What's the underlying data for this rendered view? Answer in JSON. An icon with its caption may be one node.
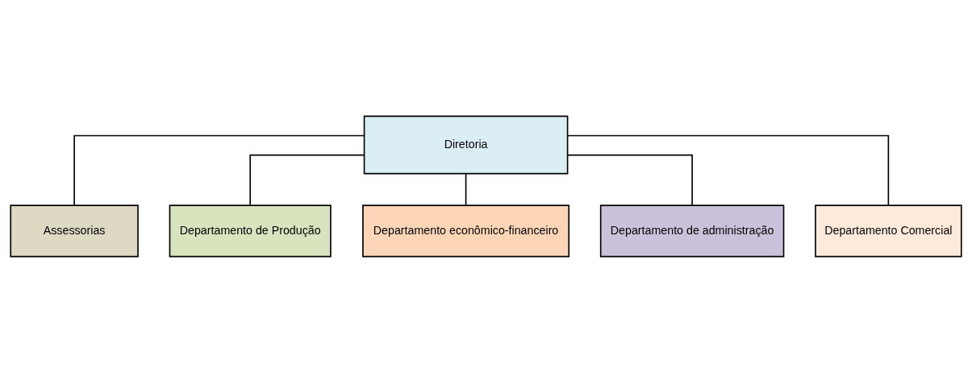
{
  "diagram": {
    "nodes": [
      {
        "text": [
          "Diretoria"
        ]
      },
      {
        "text": [
          "Assessorias"
        ]
      },
      {
        "text": [
          "Departamento de Produção"
        ]
      },
      {
        "text": [
          "Departamento econômico-financeiro"
        ]
      },
      {
        "text": [
          "Departamento de administração"
        ]
      },
      {
        "text": [
          "Departamento Comercial"
        ]
      }
    ],
    "edges": [
      {
        "from": 0,
        "to": 1,
        "arrow": "none"
      },
      {
        "from": 0,
        "to": 2,
        "arrow": "none"
      },
      {
        "from": 0,
        "to": 3,
        "arrow": "none"
      },
      {
        "from": 0,
        "to": 4,
        "arrow": "none"
      },
      {
        "from": 0,
        "to": 5,
        "arrow": "none"
      }
    ]
  }
}
